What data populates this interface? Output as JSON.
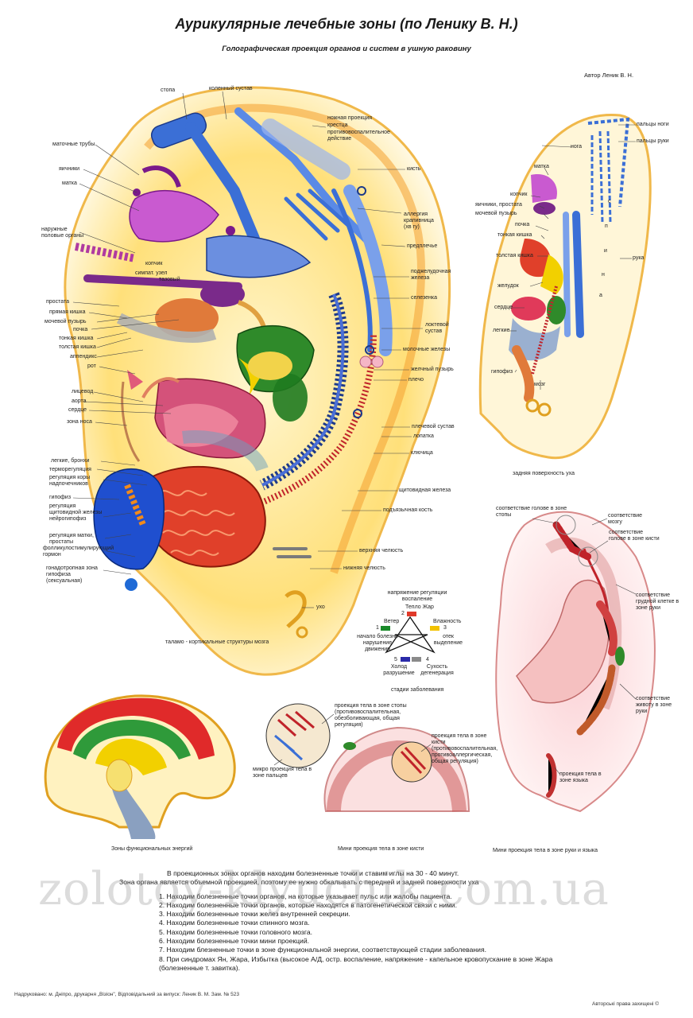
{
  "title": "Аурикулярные лечебные зоны (по Ленику В. Н.)",
  "subtitle": "Голографическая проекция органов и систем в ушную раковину",
  "author": "Автор Леник В. Н.",
  "main_ear": {
    "labels_left": [
      "маточные трубы",
      "яичники",
      "матка",
      "наружные половые органы",
      "простата",
      "прямая кишка",
      "мочевой пузырь",
      "почка",
      "тонкая кишка",
      "толстая кишка",
      "аппендикс",
      "рот",
      "лицевод",
      "аорта",
      "сердце",
      "зона носа",
      "легкие, бронхи",
      "терморегуляция",
      "регуляция коры надпочечников",
      "гипофиз",
      "регуляция щитовидной железы нейрогипофиз",
      "регуляция матки, простаты",
      "фолликулостимулирующий гормон",
      "гонадотропная зона гипофиза (сексуальная)"
    ],
    "labels_top": [
      "стопа",
      "коленный сустав"
    ],
    "labels_inner": [
      "копчик",
      "симпат. узел",
      "тазовый"
    ],
    "labels_right": [
      "ножная проекция",
      "крестца",
      "противовоспалительное действие",
      "кисть",
      "аллергия крапивница (хв гу)",
      "предплечье",
      "поджелудочная железа",
      "селезенка",
      "локтевой сустав",
      "молочные железы",
      "желчный пузырь",
      "плечо",
      "плечевой сустав",
      "лопатка",
      "ключица",
      "щитовидная железа",
      "подъязычная кость",
      "верхняя челюсть",
      "нижняя челюсть",
      "ухо"
    ],
    "bottom_caption": "таламо - кортикальные структуры мозга"
  },
  "back_ear": {
    "labels_left": [
      "нога",
      "матка",
      "копчик",
      "яичники, простата",
      "мочевой пузырь",
      "почка",
      "тонкая кишка",
      "толстая кишка",
      "желудок",
      "сердце",
      "легкие",
      "гипофиз",
      "мозг"
    ],
    "labels_right": [
      "пальцы ноги",
      "пальцы руки",
      "рука"
    ],
    "vertical_letters": [
      "с",
      "п",
      "и",
      "н",
      "а"
    ],
    "caption": "задняя поверхность уха"
  },
  "pentagram": {
    "top_label": "напряжение регуляции воспаление",
    "n2": "2",
    "n2_label": "Тепло Жар",
    "n1": "1",
    "n1_label": "Ветер",
    "n3": "3",
    "n3_label": "Влажность",
    "left_mid": "начало болезни нарушение движения",
    "right_mid": "отек выделение",
    "n5": "5",
    "n5_label": "Холод разрушение",
    "n4": "4",
    "n4_label": "Сухость дегенерация",
    "caption": "стадии заболевания",
    "colors": {
      "n1": "#1a8a2a",
      "n2": "#e03a2a",
      "n3": "#f2c200",
      "n4": "#8a8a8a",
      "n5": "#2a2aa8"
    }
  },
  "right_ear": {
    "labels": [
      "соответствие голове в зоне стопы",
      "соответствие мозгу",
      "соответствие голове в зоне кисти",
      "соответствие грудной клетке в зоне руки",
      "соответствие животу в зоне руки",
      "проекция тела в зоне языка"
    ],
    "caption": "Мини проекция тела в зоне руки и языка"
  },
  "func_zones": {
    "caption": "Зоны функциональных энергий"
  },
  "hand_proj": {
    "labels": [
      "проекция тела в зоне стопы (противовоспалительная, обезболивающая, общая регуляция)",
      "проекция тела в зоне кисти (противовоспалительная, противоаллергическая, общая регуляция)",
      "микро проекция тела в зоне пальцев"
    ],
    "caption": "Мини проекция тела в зоне кисти"
  },
  "notes": {
    "intro1": "В проекционных зонах органов находим болезненные точки и ставим иглы на 30 - 40 минут.",
    "intro2": "Зона органа является объемной проекцией, поэтому ее нужно обкалывать с передней и задней поверхности уха",
    "items": [
      "1. Находим болезненные точки органов, на которые указывает пульс или жалобы пациента.",
      "2. Находим болезненные точки органов, которые находятся в патогенетической связи с ними.",
      "3. Находим болезненные точки желез внутренней секреции.",
      "4. Находим болезненные точки спинного мозга.",
      "5. Находим болезненные точки головного мозга.",
      "6. Находим болезненные точки мини проекций.",
      "7. Находим блезненные точки в зоне функциональной энергии, соответствующей стадии заболевания.",
      "8. При синдромах Ян, Жара, Избытка (высокое А/Д, остр. воспаление, напряжение - капельное кровопускание в зоне Жара (болезненные т. завитка)."
    ]
  },
  "footer": "Надруковано: м. Дніпро, друкарня „Візіон\", Відповідальний за випуск: Леник В. М. Зам. № 523",
  "copyright": "Авторські права захищені ©",
  "watermark": "zolotoy-klyuchik.com.ua"
}
